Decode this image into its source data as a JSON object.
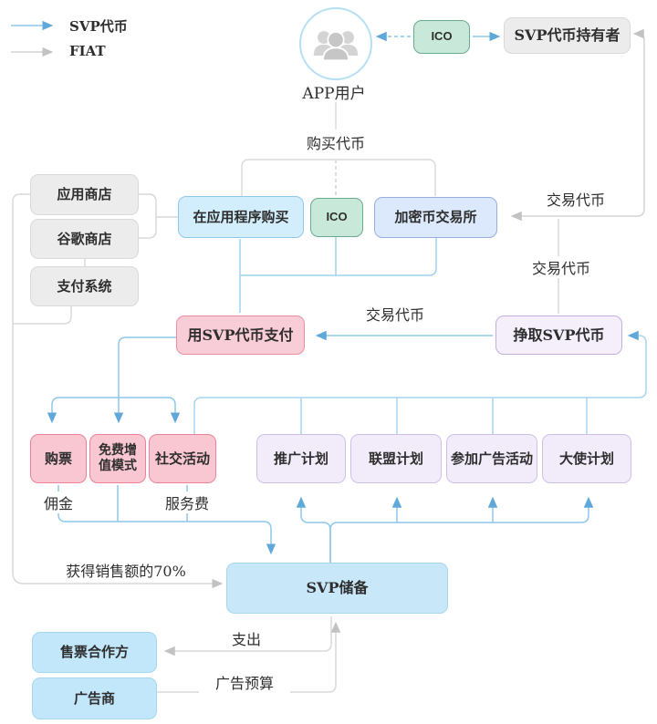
{
  "legend": {
    "svp_label": "SVP代币",
    "fiat_label": "FIAT"
  },
  "nodes": {
    "app_user": "APP用户",
    "ico_top": "ICO",
    "token_holder": "SVP代币持有者",
    "app_store": "应用商店",
    "google_store": "谷歌商店",
    "payment_system": "支付系统",
    "in_app_purchase": "在应用程序购买",
    "ico_mid": "ICO",
    "crypto_exchange": "加密币交易所",
    "pay_with_svp": "用SVP代币支付",
    "earn_svp": "挣取SVP代币",
    "buy_ticket": "购票",
    "freemium": "免费增值模式",
    "social_event": "社交活动",
    "promo_plan": "推广计划",
    "alliance_plan": "联盟计划",
    "ad_campaign": "参加广告活动",
    "ambassador_plan": "大使计划",
    "svp_reserve": "SVP储备",
    "ticket_partner": "售票合作方",
    "advertiser": "广告商"
  },
  "flow_labels": {
    "buy_token": "购买代币",
    "trade_token_top": "交易代币",
    "trade_token_mid": "交易代币",
    "trade_token_right": "交易代币",
    "commission": "佣金",
    "service_fee": "服务费",
    "sales_70": "获得销售额的70%",
    "expense": "支出",
    "ad_budget": "广告预算"
  },
  "colors": {
    "svp_line": "#8ec7ea",
    "svp_arrow": "#5fa8d9",
    "fiat_line": "#d4d4d4",
    "fiat_arrow": "#c2c2c2",
    "node_green": "#c8e8d9",
    "node_pink": "#f9cdd8",
    "node_purple": "#f2ecfa",
    "node_blue": "#c8e8f9",
    "node_gray": "#ececec"
  }
}
